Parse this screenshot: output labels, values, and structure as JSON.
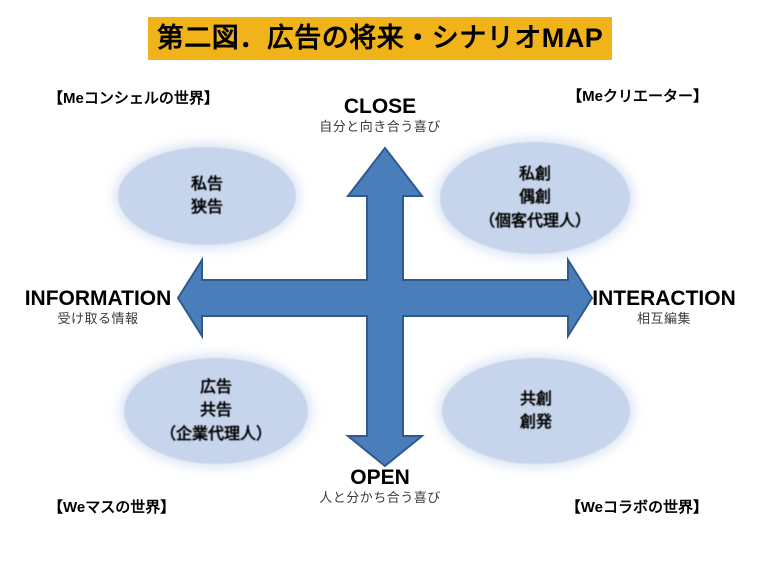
{
  "slide": {
    "title": "第二図．広告の将来・シナリオMAP",
    "background_color": "#FFFFFF",
    "title_banner_color": "#F0B41A",
    "arrow_fill_color": "#4A7EBB",
    "arrow_outline_color": "#2E5A8E",
    "ellipse_color": "#C6D5EC"
  },
  "corners": {
    "top_left": "【Meコンシェルの世界】",
    "top_right": "【Meクリエーター】",
    "bottom_left": "【Weマスの世界】",
    "bottom_right": "【Weコラボの世界】"
  },
  "axes": {
    "top": {
      "title": "CLOSE",
      "subtitle": "自分と向き合う喜び"
    },
    "bottom": {
      "title": "OPEN",
      "subtitle": "人と分かち合う喜び"
    },
    "left": {
      "title": "INFORMATION",
      "subtitle": "受け取る情報"
    },
    "right": {
      "title": "INTERACTION",
      "subtitle": "相互編集"
    }
  },
  "quadrants": {
    "top_left": {
      "text": "私告\n狭告"
    },
    "top_right": {
      "text": "私創\n偶創\n（個客代理人）"
    },
    "bottom_left": {
      "text": "広告\n共告\n（企業代理人）"
    },
    "bottom_right": {
      "text": "共創\n創発"
    }
  }
}
